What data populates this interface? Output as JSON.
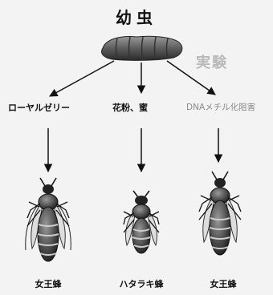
{
  "title": "幼虫",
  "experiment_label": "実験",
  "treatments": [
    "ローヤルゼリー",
    "花粉、蜜",
    "DNAメチル化阻害"
  ],
  "outcomes": [
    "女王蜂",
    "ハタラキ蜂",
    "女王蜂"
  ]
}
